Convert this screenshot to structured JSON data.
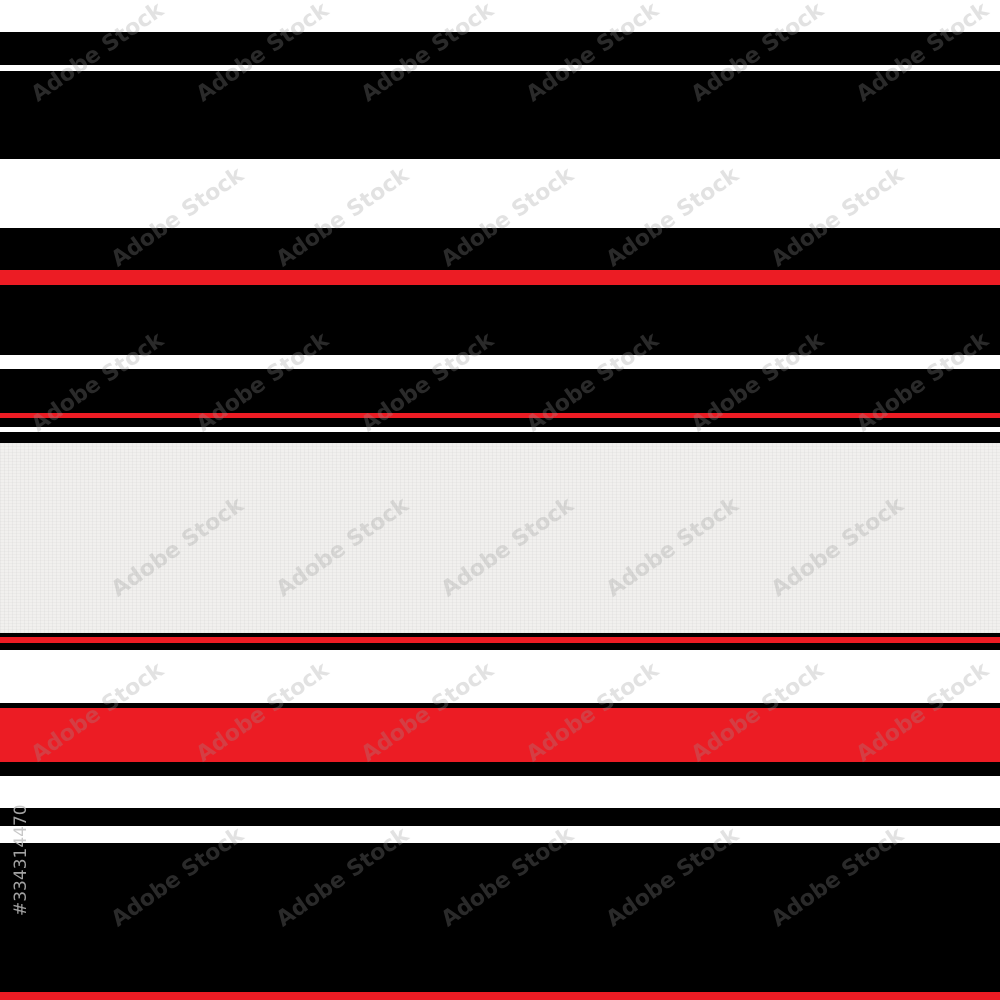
{
  "palette": {
    "black": "#000000",
    "white": "#ffffff",
    "red": "#ec1c24",
    "linen": "#f1f0ee"
  },
  "pattern": {
    "orientation": "horizontal stripes",
    "stripe_sequence": [
      "white",
      "black",
      "white",
      "black",
      "white",
      "black",
      "red",
      "black",
      "white",
      "black",
      "red",
      "black",
      "white",
      "black",
      "linen",
      "black",
      "red",
      "black",
      "white",
      "black",
      "red",
      "black",
      "white",
      "black",
      "white",
      "black",
      "red"
    ]
  },
  "watermark": {
    "text": "Adobe Stock",
    "stock_id": "#334314470"
  }
}
